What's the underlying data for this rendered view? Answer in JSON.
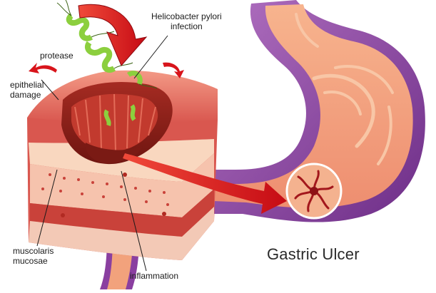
{
  "labels": {
    "infection": [
      "Helicobacter pylori",
      "infection"
    ],
    "protease": "protease",
    "epithelial": [
      "epithelial",
      "damage"
    ],
    "muscolaris": [
      "muscolaris",
      "mucosae"
    ],
    "inflammation": "inflammation",
    "title": "Gastric Ulcer"
  },
  "icons": {
    "bacteria": "bacterium-icon",
    "ulcer": "ulcer-lesion-icon"
  },
  "colors": {
    "stomach_outer": "#8a3fa0",
    "stomach_inner": "#f2a27c",
    "tissue_surface": "#e8736a",
    "arrow_red": "#d8141b",
    "bacteria_green": "#8ccf3e"
  }
}
